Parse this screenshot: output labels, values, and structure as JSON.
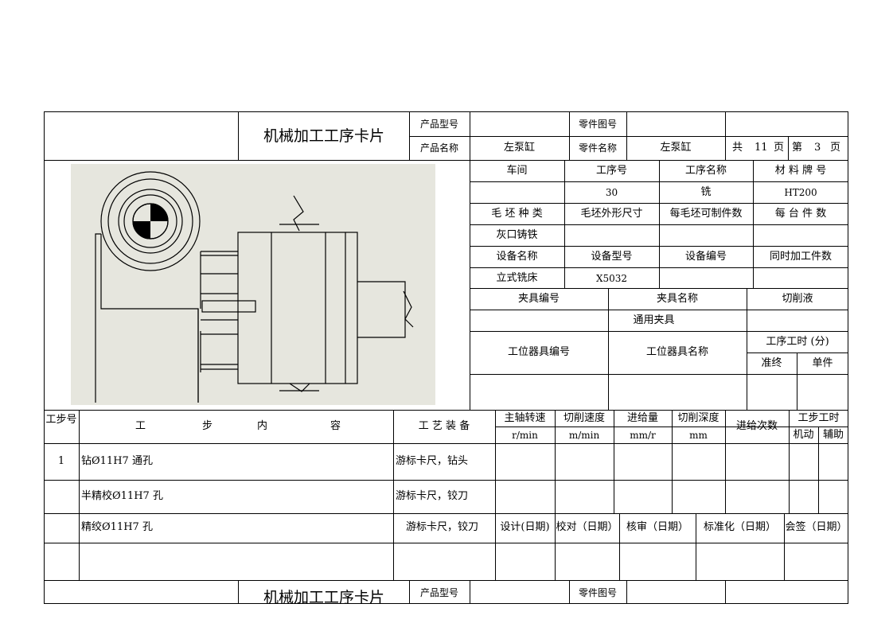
{
  "header": {
    "card_title": "机械加工工序卡片",
    "product_model_label": "产品型号",
    "product_model_value": "",
    "part_drawing_no_label": "零件图号",
    "part_drawing_no_value": "",
    "product_name_label": "产品名称",
    "product_name_value": "左泵缸",
    "part_name_label": "零件名称",
    "part_name_value": "左泵缸",
    "total_prefix": "共",
    "total_pages": "11",
    "page_unit": "页",
    "page_prefix": "第",
    "page_no": "3",
    "page_unit2": "页"
  },
  "info": {
    "workshop_label": "车间",
    "op_no_label": "工序号",
    "op_name_label": "工序名称",
    "material_label": "材 料 牌 号",
    "workshop_value": "",
    "op_no_value": "30",
    "op_name_value": "铣",
    "material_value": "HT200",
    "blank_type_label": "毛 坯 种 类",
    "blank_size_label": "毛坯外形尺寸",
    "parts_per_blank_label": "每毛坯可制件数",
    "per_machine_label": "每 台 件 数",
    "blank_type_value": "灰口铸铁",
    "equip_name_label": "设备名称",
    "equip_model_label": "设备型号",
    "equip_no_label": "设备编号",
    "simul_label": "同时加工件数",
    "equip_name_value": "立式铣床",
    "equip_model_value": "X5032",
    "fixture_no_label": "夹具编号",
    "fixture_name_label": "夹具名称",
    "coolant_label": "切削液",
    "fixture_name_value": "通用夹具",
    "station_tool_no_label": "工位器具编号",
    "station_tool_name_label": "工位器具名称",
    "op_time_label": "工序工时 (分)",
    "prep_label": "准终",
    "unit_label": "单件"
  },
  "steps_header": {
    "step_no": "工步号",
    "content": [
      "工",
      "步",
      "内",
      "容"
    ],
    "equipment": "工 艺 装 备",
    "spindle": "主轴转速",
    "spindle_unit": "r/min",
    "cut_speed": "切削速度",
    "cut_speed_unit": "m/min",
    "feed": "进给量",
    "feed_unit": "mm/r",
    "depth": "切削深度",
    "depth_unit": "mm",
    "passes": "进给次数",
    "step_time": "工步工时",
    "machine_time": "机动",
    "aux_time": "辅助"
  },
  "steps": [
    {
      "no": "1",
      "content": "钻Ø11H7 通孔",
      "equipment": "游标卡尺，钻头"
    },
    {
      "no": "",
      "content": "半精校Ø11H7 孔",
      "equipment": "游标卡尺，铰刀"
    },
    {
      "no": "",
      "content": "精绞Ø11H7 孔",
      "equipment": "游标卡尺，铰刀"
    }
  ],
  "signoff": {
    "design": "设计(日期)",
    "check": "校对（日期）",
    "review": "核审（日期）",
    "standard": "标准化（日期）",
    "countersign": "会签（日期）"
  },
  "footer": {
    "card_title": "机械加工工序卡片",
    "product_model_label": "产品型号",
    "part_drawing_no_label": "零件图号"
  },
  "drawing": {
    "background": "#e6e6de"
  }
}
